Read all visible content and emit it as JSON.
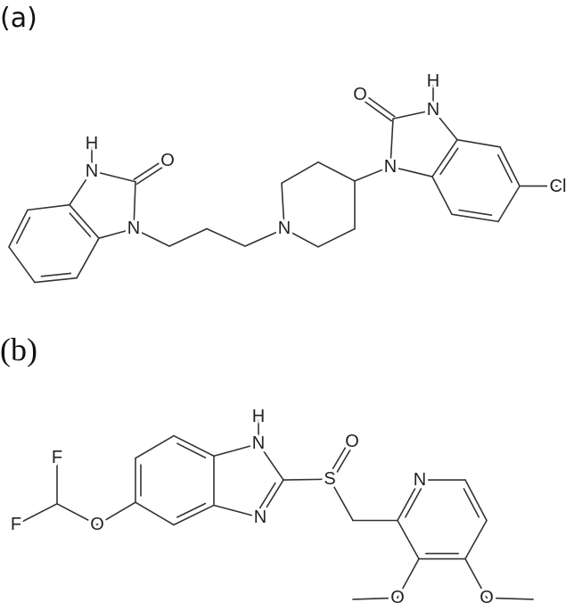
{
  "figure": {
    "panel_a": {
      "label": "(a)",
      "atoms": {
        "nh_left_n": "N",
        "nh_left_h": "H",
        "o_left": "O",
        "n_left": "N",
        "n_pip": "N",
        "n_right": "N",
        "o_right": "O",
        "nh_right_n": "N",
        "nh_right_h": "H",
        "cl": "Cl"
      }
    },
    "panel_b": {
      "label": "(b)",
      "atoms": {
        "f_top": "F",
        "f_left": "F",
        "o_ether": "O",
        "nh_n": "N",
        "nh_h": "H",
        "n_imid": "N",
        "s": "S",
        "o_s": "O",
        "n_pyr": "N",
        "o_3": "O",
        "o_4": "O"
      }
    },
    "line_color": "#333333"
  }
}
